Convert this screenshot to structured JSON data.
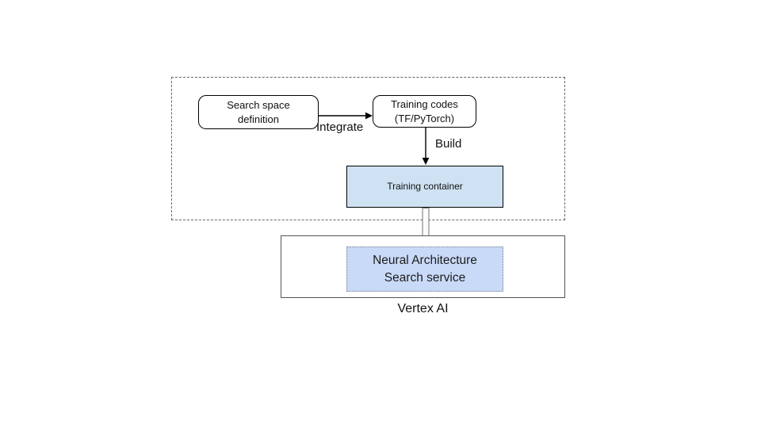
{
  "diagram": {
    "nodes": {
      "search_space": {
        "label": "Search space\ndefinition",
        "fill": "#ffffff"
      },
      "training_codes": {
        "label": "Training codes\n(TF/PyTorch)",
        "fill": "#ffffff"
      },
      "training_container": {
        "label": "Training container",
        "fill": "#cfe2f3"
      },
      "nas_service": {
        "label": "Neural Architecture\nSearch service",
        "fill": "#c9daf8"
      }
    },
    "edges": {
      "integrate": {
        "label": "Integrate"
      },
      "build": {
        "label": "Build"
      }
    },
    "containers": {
      "vertex_ai": {
        "label": "Vertex AI"
      }
    },
    "colors": {
      "dashed_border": "#666666",
      "vertex_border": "#545454",
      "nas_dotted_border": "#7d7d86",
      "thick_arrow_stroke": "#8a8a8a",
      "thick_arrow_fill": "#fbfbfb",
      "arrow_black": "#000000"
    }
  }
}
